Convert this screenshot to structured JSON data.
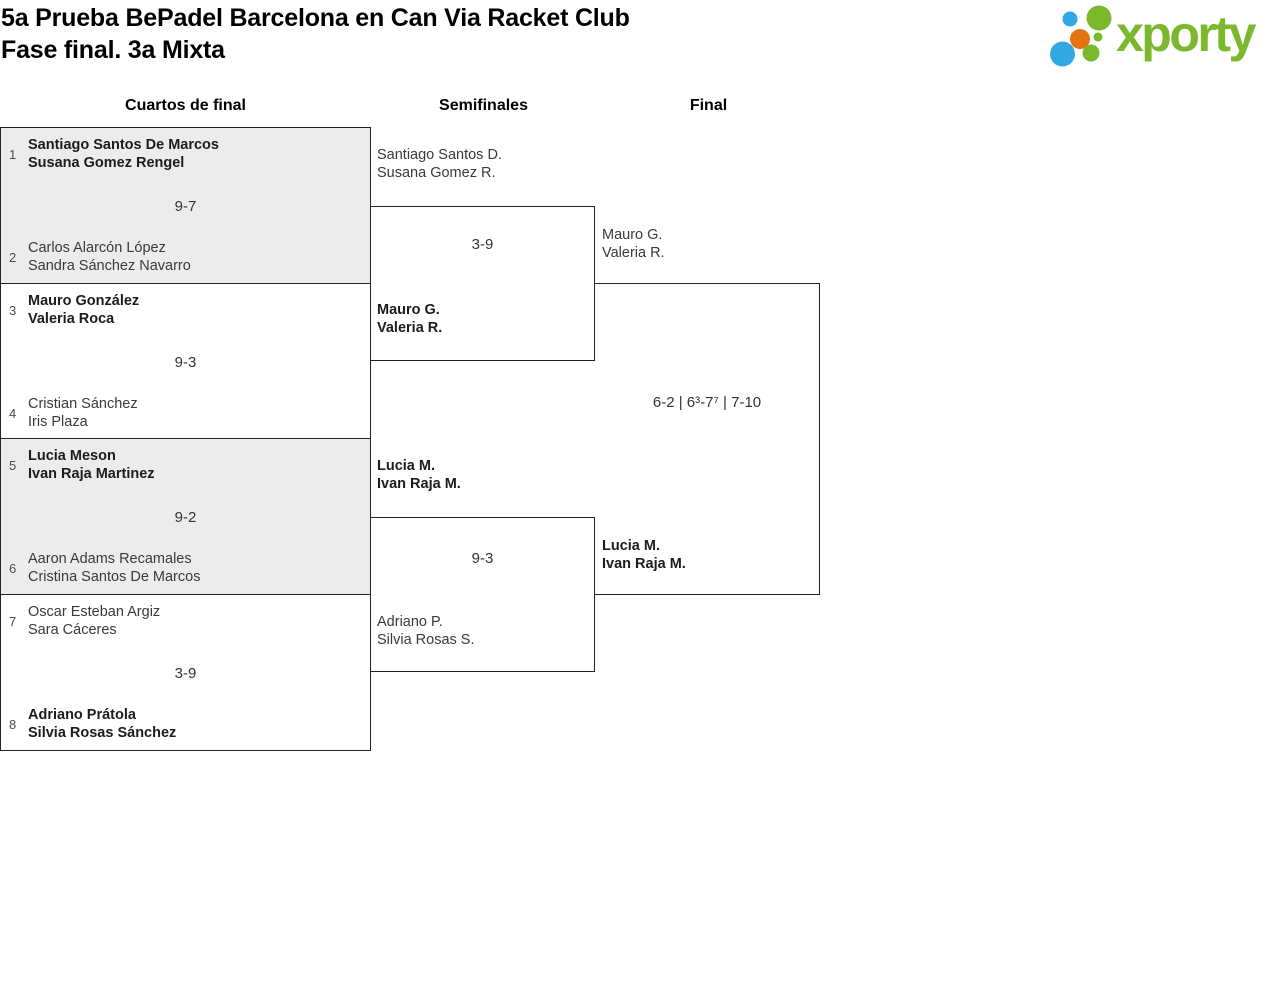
{
  "header": {
    "title_line1": "5a Prueba BePadel Barcelona en Can Via Racket Club",
    "title_line2": "Fase final. 3a Mixta",
    "logo": {
      "text": "xporty"
    }
  },
  "colors": {
    "brand_green": "#7cb82c",
    "brand_blue": "#31a9e0",
    "brand_orange": "#e57410",
    "block_gray": "#ececec",
    "line": "#222222"
  },
  "round_headers": {
    "quarterfinals": "Cuartos de final",
    "semifinals": "Semifinales",
    "final": "Final"
  },
  "quarterfinals": [
    {
      "seed_top": "1",
      "team_top_1": "Santiago Santos De Marcos",
      "team_top_2": "Susana Gomez Rengel",
      "top_winner": true,
      "score": "9-7",
      "seed_bottom": "2",
      "team_bottom_1": "Carlos Alarcón López",
      "team_bottom_2": "Sandra Sánchez Navarro",
      "bottom_winner": false
    },
    {
      "seed_top": "3",
      "team_top_1": "Mauro González",
      "team_top_2": "Valeria Roca",
      "top_winner": true,
      "score": "9-3",
      "seed_bottom": "4",
      "team_bottom_1": "Cristian Sánchez",
      "team_bottom_2": "Iris Plaza",
      "bottom_winner": false
    },
    {
      "seed_top": "5",
      "team_top_1": "Lucia Meson",
      "team_top_2": "Ivan Raja Martinez",
      "top_winner": true,
      "score": "9-2",
      "seed_bottom": "6",
      "team_bottom_1": "Aaron Adams Recamales",
      "team_bottom_2": "Cristina Santos De Marcos",
      "bottom_winner": false
    },
    {
      "seed_top": "7",
      "team_top_1": "Oscar Esteban Argiz",
      "team_top_2": "Sara Cáceres",
      "top_winner": false,
      "score": "3-9",
      "seed_bottom": "8",
      "team_bottom_1": "Adriano Prátola",
      "team_bottom_2": "Silvia Rosas Sánchez",
      "bottom_winner": true
    }
  ],
  "semifinals": [
    {
      "team_top_1": "Santiago Santos D.",
      "team_top_2": "Susana Gomez R.",
      "top_winner": false,
      "score": "3-9",
      "team_bottom_1": "Mauro G.",
      "team_bottom_2": "Valeria R.",
      "bottom_winner": true
    },
    {
      "team_top_1": "Lucia M.",
      "team_top_2": "Ivan Raja M.",
      "top_winner": true,
      "score": "9-3",
      "team_bottom_1": "Adriano P.",
      "team_bottom_2": "Silvia Rosas S.",
      "bottom_winner": false
    }
  ],
  "final": {
    "team_top_1": "Mauro G.",
    "team_top_2": "Valeria R.",
    "top_winner": false,
    "score": "6-2 | 6³-7⁷ | 7-10",
    "team_bottom_1": "Lucia M.",
    "team_bottom_2": "Ivan Raja M.",
    "bottom_winner": true
  }
}
